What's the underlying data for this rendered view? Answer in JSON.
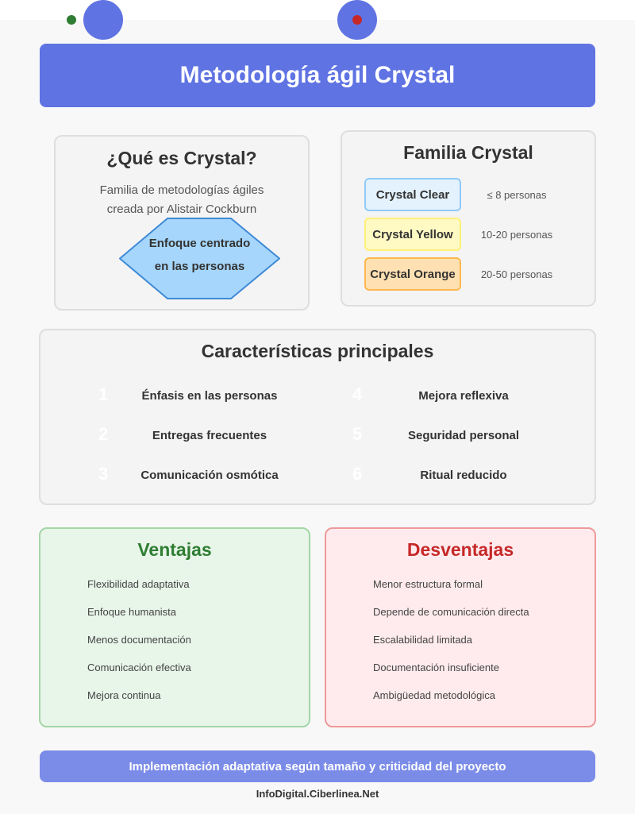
{
  "header": {
    "title": "Metodología ágil Crystal"
  },
  "decorations": {
    "blue": "#5f73e3",
    "green": "#2e7d32",
    "red": "#c62828"
  },
  "what_is": {
    "title": "¿Qué es Crystal?",
    "description_line1": "Familia de metodologías ágiles",
    "description_line2": "creada por Alistair Cockburn",
    "hexagon_line1": "Enfoque centrado",
    "hexagon_line2": "en las personas"
  },
  "family": {
    "title": "Familia Crystal",
    "items": [
      {
        "name": "Crystal Clear",
        "size": "≤ 8 personas",
        "fill": "#e3f2fd",
        "border": "#90caf9"
      },
      {
        "name": "Crystal Yellow",
        "size": "10-20 personas",
        "fill": "#fff9c4",
        "border": "#fff176"
      },
      {
        "name": "Crystal Orange",
        "size": "20-50 personas",
        "fill": "#ffe0b2",
        "border": "#ffb74d"
      }
    ]
  },
  "features": {
    "title": "Características principales",
    "items": [
      {
        "num": "1",
        "label": "Énfasis en las personas"
      },
      {
        "num": "2",
        "label": "Entregas frecuentes"
      },
      {
        "num": "3",
        "label": "Comunicación osmótica"
      },
      {
        "num": "4",
        "label": "Mejora reflexiva"
      },
      {
        "num": "5",
        "label": "Seguridad personal"
      },
      {
        "num": "6",
        "label": "Ritual reducido"
      }
    ]
  },
  "pros": {
    "title": "Ventajas",
    "items": [
      "Flexibilidad adaptativa",
      "Enfoque humanista",
      "Menos documentación",
      "Comunicación efectiva",
      "Mejora continua"
    ]
  },
  "cons": {
    "title": "Desventajas",
    "items": [
      "Menor estructura formal",
      "Depende de comunicación directa",
      "Escalabilidad limitada",
      "Documentación insuficiente",
      "Ambigüedad metodológica"
    ]
  },
  "footer": {
    "banner": "Implementación adaptativa según tamaño y criticidad del proyecto",
    "credit": "InfoDigital.Ciberlinea.Net"
  }
}
